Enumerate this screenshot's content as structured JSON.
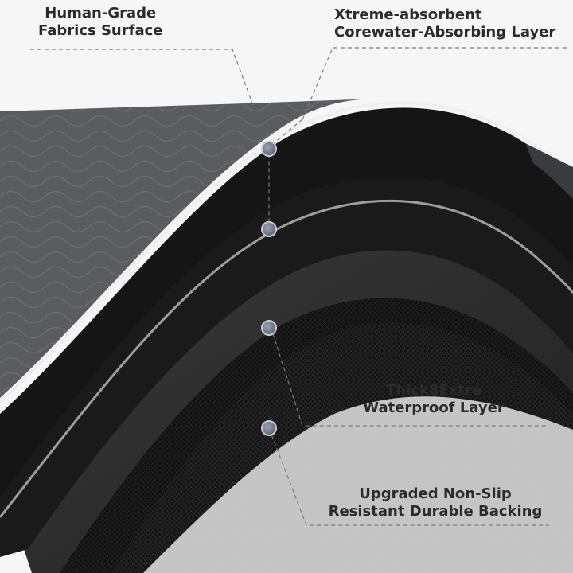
{
  "labels": {
    "surface": {
      "line1": "Human-Grade",
      "line2": "Fabrics Surface"
    },
    "core": {
      "line1": "Xtreme-absorbent",
      "line2": "Corewater-Absorbing Layer"
    },
    "waterproof": {
      "line1": "Thick8Extre",
      "line2": "Waterproof Layer"
    },
    "backing": {
      "line1": "Upgraded Non-Slip",
      "line2": "Resistant Durable Backing"
    }
  },
  "colors": {
    "surface_gray": "#5a5c5f",
    "layer_black": "#1c1c1c",
    "foam_dark": "#2e2e2e",
    "marker_dot": "#6f7785",
    "background": "#f6f6f6"
  }
}
